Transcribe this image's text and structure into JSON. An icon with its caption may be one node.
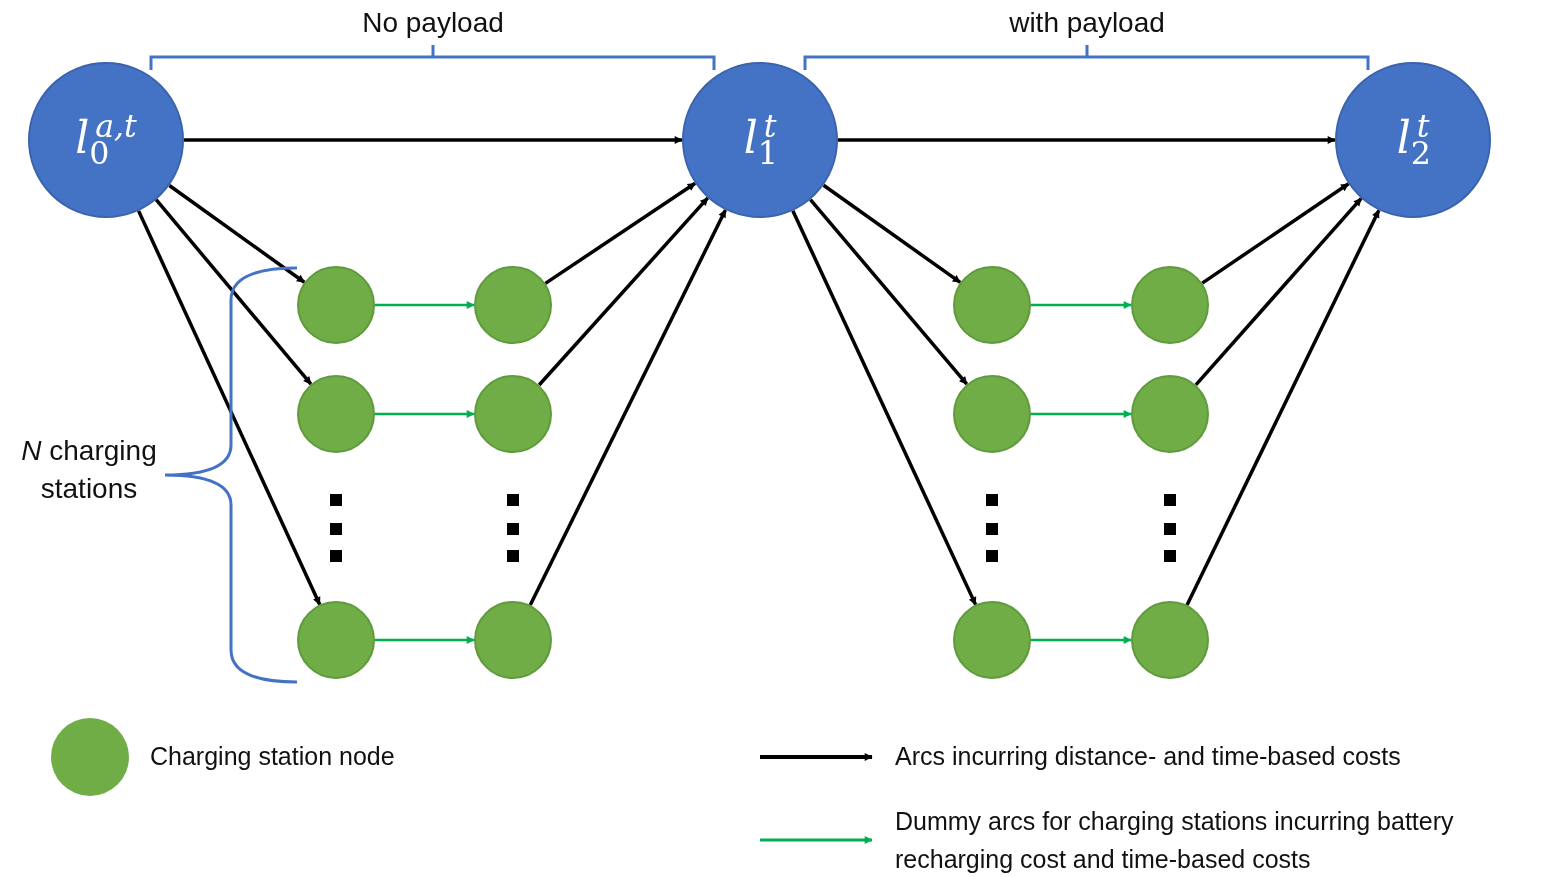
{
  "diagram": {
    "nodes": [
      {
        "text": [
          "l$_{0}$$^{a,t}$"
        ]
      },
      {
        "text": [
          "l$_{1}$$^{t}$"
        ]
      },
      {
        "text": [
          "l$_{2}$$^{t}$"
        ]
      },
      {
        "text": [],
        "shape": "circle"
      },
      {
        "text": [],
        "shape": "circle"
      },
      {
        "text": [],
        "shape": "circle"
      },
      {
        "text": [],
        "shape": "circle"
      },
      {
        "text": [],
        "shape": "circle"
      },
      {
        "text": [],
        "shape": "circle"
      },
      {
        "text": [],
        "shape": "circle"
      },
      {
        "text": [],
        "shape": "circle"
      },
      {
        "text": [],
        "shape": "circle"
      },
      {
        "text": [],
        "shape": "circle"
      },
      {
        "text": [],
        "shape": "circle"
      },
      {
        "text": [],
        "shape": "circle"
      }
    ],
    "edges": [
      {
        "from": 0,
        "to": 1,
        "arrow": "to"
      },
      {
        "from": 0,
        "to": 3,
        "arrow": "to"
      },
      {
        "from": 0,
        "to": 5,
        "arrow": "to"
      },
      {
        "from": 0,
        "to": 7,
        "arrow": "to"
      },
      {
        "from": 3,
        "to": 4,
        "arrow": "to",
        "color": "#00b050"
      },
      {
        "from": 5,
        "to": 6,
        "arrow": "to",
        "color": "#00b050"
      },
      {
        "from": 7,
        "to": 8,
        "arrow": "to",
        "color": "#00b050"
      },
      {
        "from": 4,
        "to": 1,
        "arrow": "to"
      },
      {
        "from": 6,
        "to": 1,
        "arrow": "to"
      },
      {
        "from": 8,
        "to": 1,
        "arrow": "to"
      },
      {
        "from": 1,
        "to": 2,
        "arrow": "to"
      },
      {
        "from": 1,
        "to": 9,
        "arrow": "to"
      },
      {
        "from": 1,
        "to": 11,
        "arrow": "to"
      },
      {
        "from": 1,
        "to": 13,
        "arrow": "to"
      },
      {
        "from": 9,
        "to": 10,
        "arrow": "to",
        "color": "#00b050"
      },
      {
        "from": 11,
        "to": 12,
        "arrow": "to",
        "color": "#00b050"
      },
      {
        "from": 13,
        "to": 14,
        "arrow": "to",
        "color": "#00b050"
      },
      {
        "from": 10,
        "to": 2,
        "arrow": "to"
      },
      {
        "from": 12,
        "to": 2,
        "arrow": "to"
      },
      {
        "from": 14,
        "to": 2,
        "arrow": "to"
      }
    ],
    "labels": [
      "No payload",
      "with payload",
      "*N* charging stations"
    ],
    "legend": [
      {
        "text": "Charging station node",
        "color": "#70ad47"
      },
      {
        "text": "Arcs incurring distance- and time-based costs"
      },
      {
        "text": "Dummy arcs for charging stations incurring battery recharging cost and time-based costs"
      }
    ]
  }
}
